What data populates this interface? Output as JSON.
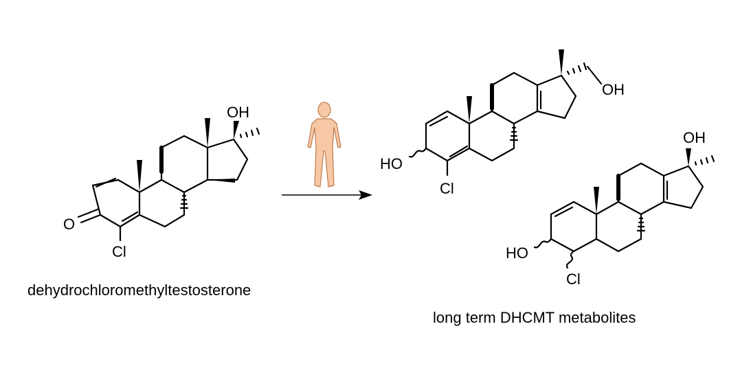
{
  "parent": {
    "caption": "dehydrochloromethyltestosterone",
    "labels": {
      "oh": "OH",
      "o": "O",
      "cl": "Cl"
    }
  },
  "metabolite1": {
    "labels": {
      "oh": "OH",
      "ho": "HO",
      "cl": "Cl"
    }
  },
  "metabolite2": {
    "labels": {
      "oh": "OH",
      "ho": "HO",
      "cl": "Cl"
    }
  },
  "metabolites_caption": "long term DHCMT metabolites",
  "colors": {
    "human_fill": "#f6c8a6",
    "human_stroke": "#c07a4a",
    "line": "#000000"
  }
}
